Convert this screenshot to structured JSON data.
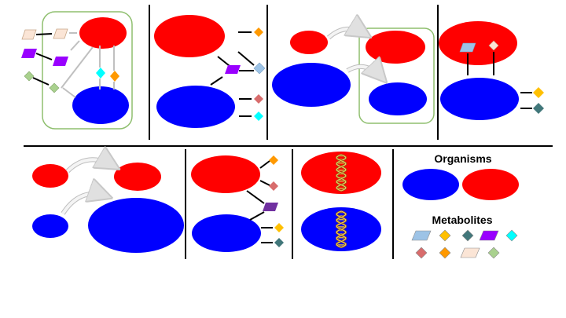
{
  "legend": {
    "organisms_title": "Organisms",
    "metabolites_title": "Metabolites"
  },
  "colors": {
    "organism_red": "#ff0000",
    "organism_blue": "#0000ff",
    "box_border": "#8fbf6f",
    "divider": "#000000",
    "connector": "#000000",
    "arrow": "#e8e8e8",
    "transport_line": "#c0c0c0"
  },
  "metabolites": [
    {
      "name": "light-blue-parallelogram",
      "shape": "parallelogram",
      "color": "#9dc3e6"
    },
    {
      "name": "yellow-diamond",
      "shape": "diamond",
      "color": "#ffc000"
    },
    {
      "name": "teal-diamond",
      "shape": "diamond",
      "color": "#41777a"
    },
    {
      "name": "purple-parallelogram",
      "shape": "parallelogram",
      "color": "#9900ff"
    },
    {
      "name": "cyan-diamond",
      "shape": "diamond",
      "color": "#00ffff"
    },
    {
      "name": "rose-diamond",
      "shape": "diamond",
      "color": "#d86c6c"
    },
    {
      "name": "orange-diamond",
      "shape": "diamond",
      "color": "#ff9900"
    },
    {
      "name": "peach-parallelogram",
      "shape": "parallelogram",
      "color": "#fbe5d6"
    },
    {
      "name": "sage-diamond",
      "shape": "diamond",
      "color": "#a9d18e"
    }
  ]
}
